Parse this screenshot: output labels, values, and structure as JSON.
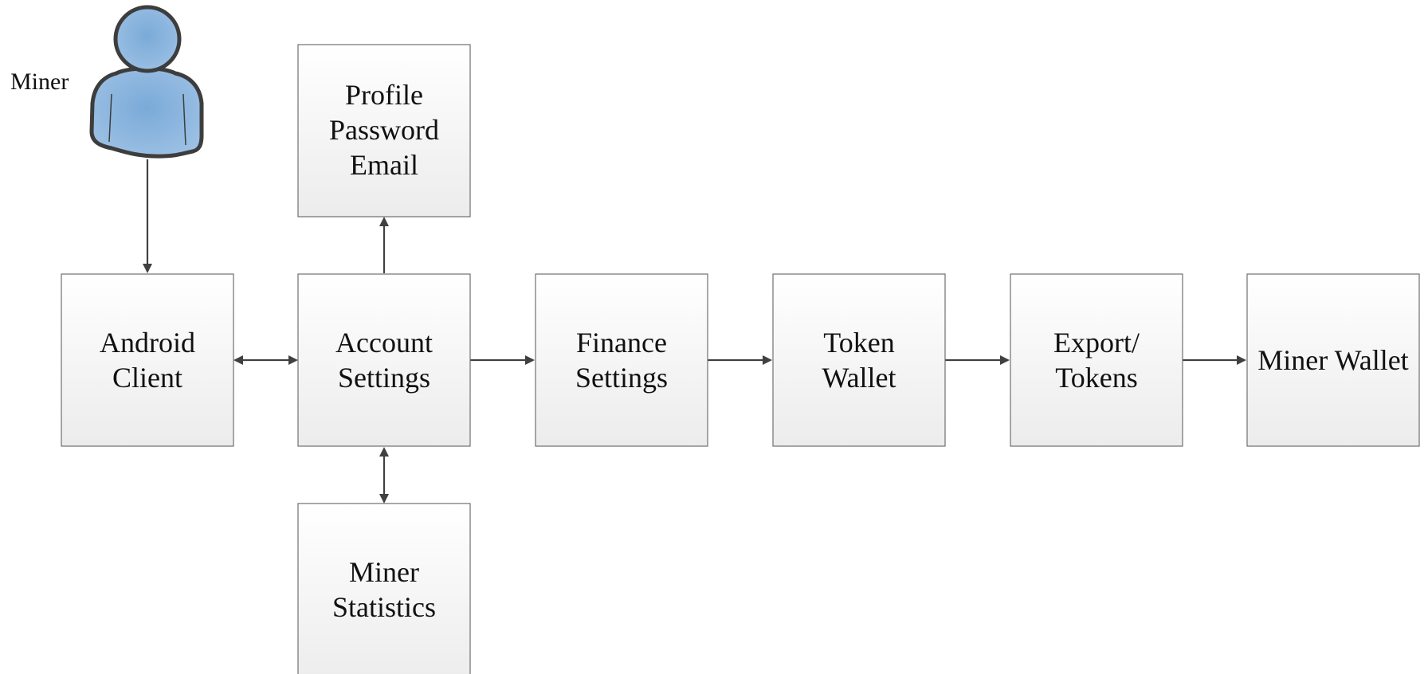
{
  "actor": {
    "label": "Miner",
    "icon": "person-icon",
    "fill_color": "#6e9fd0",
    "outline_color": "#3d3d3d"
  },
  "nodes": {
    "android_client": {
      "lines": [
        "Android",
        "Client"
      ]
    },
    "account_settings": {
      "lines": [
        "Account",
        "Settings"
      ]
    },
    "profile": {
      "lines": [
        "Profile",
        "Password",
        "Email"
      ]
    },
    "miner_statistics": {
      "lines": [
        "Miner",
        "Statistics"
      ]
    },
    "finance_settings": {
      "lines": [
        "Finance",
        "Settings"
      ]
    },
    "token_wallet": {
      "lines": [
        "Token",
        "Wallet"
      ]
    },
    "export_tokens": {
      "lines": [
        "Export/",
        "Tokens"
      ]
    },
    "miner_wallet": {
      "lines": [
        "Miner Wallet"
      ]
    }
  },
  "edges": [
    {
      "from": "actor",
      "to": "android_client",
      "direction": "forward"
    },
    {
      "from": "android_client",
      "to": "account_settings",
      "direction": "both"
    },
    {
      "from": "account_settings",
      "to": "profile",
      "direction": "forward"
    },
    {
      "from": "account_settings",
      "to": "miner_statistics",
      "direction": "both"
    },
    {
      "from": "account_settings",
      "to": "finance_settings",
      "direction": "forward"
    },
    {
      "from": "finance_settings",
      "to": "token_wallet",
      "direction": "forward"
    },
    {
      "from": "token_wallet",
      "to": "export_tokens",
      "direction": "forward"
    },
    {
      "from": "export_tokens",
      "to": "miner_wallet",
      "direction": "forward"
    }
  ],
  "colors": {
    "box_top": "#ffffff",
    "box_bottom": "#ececec",
    "box_border": "#707070",
    "edge": "#404040"
  }
}
